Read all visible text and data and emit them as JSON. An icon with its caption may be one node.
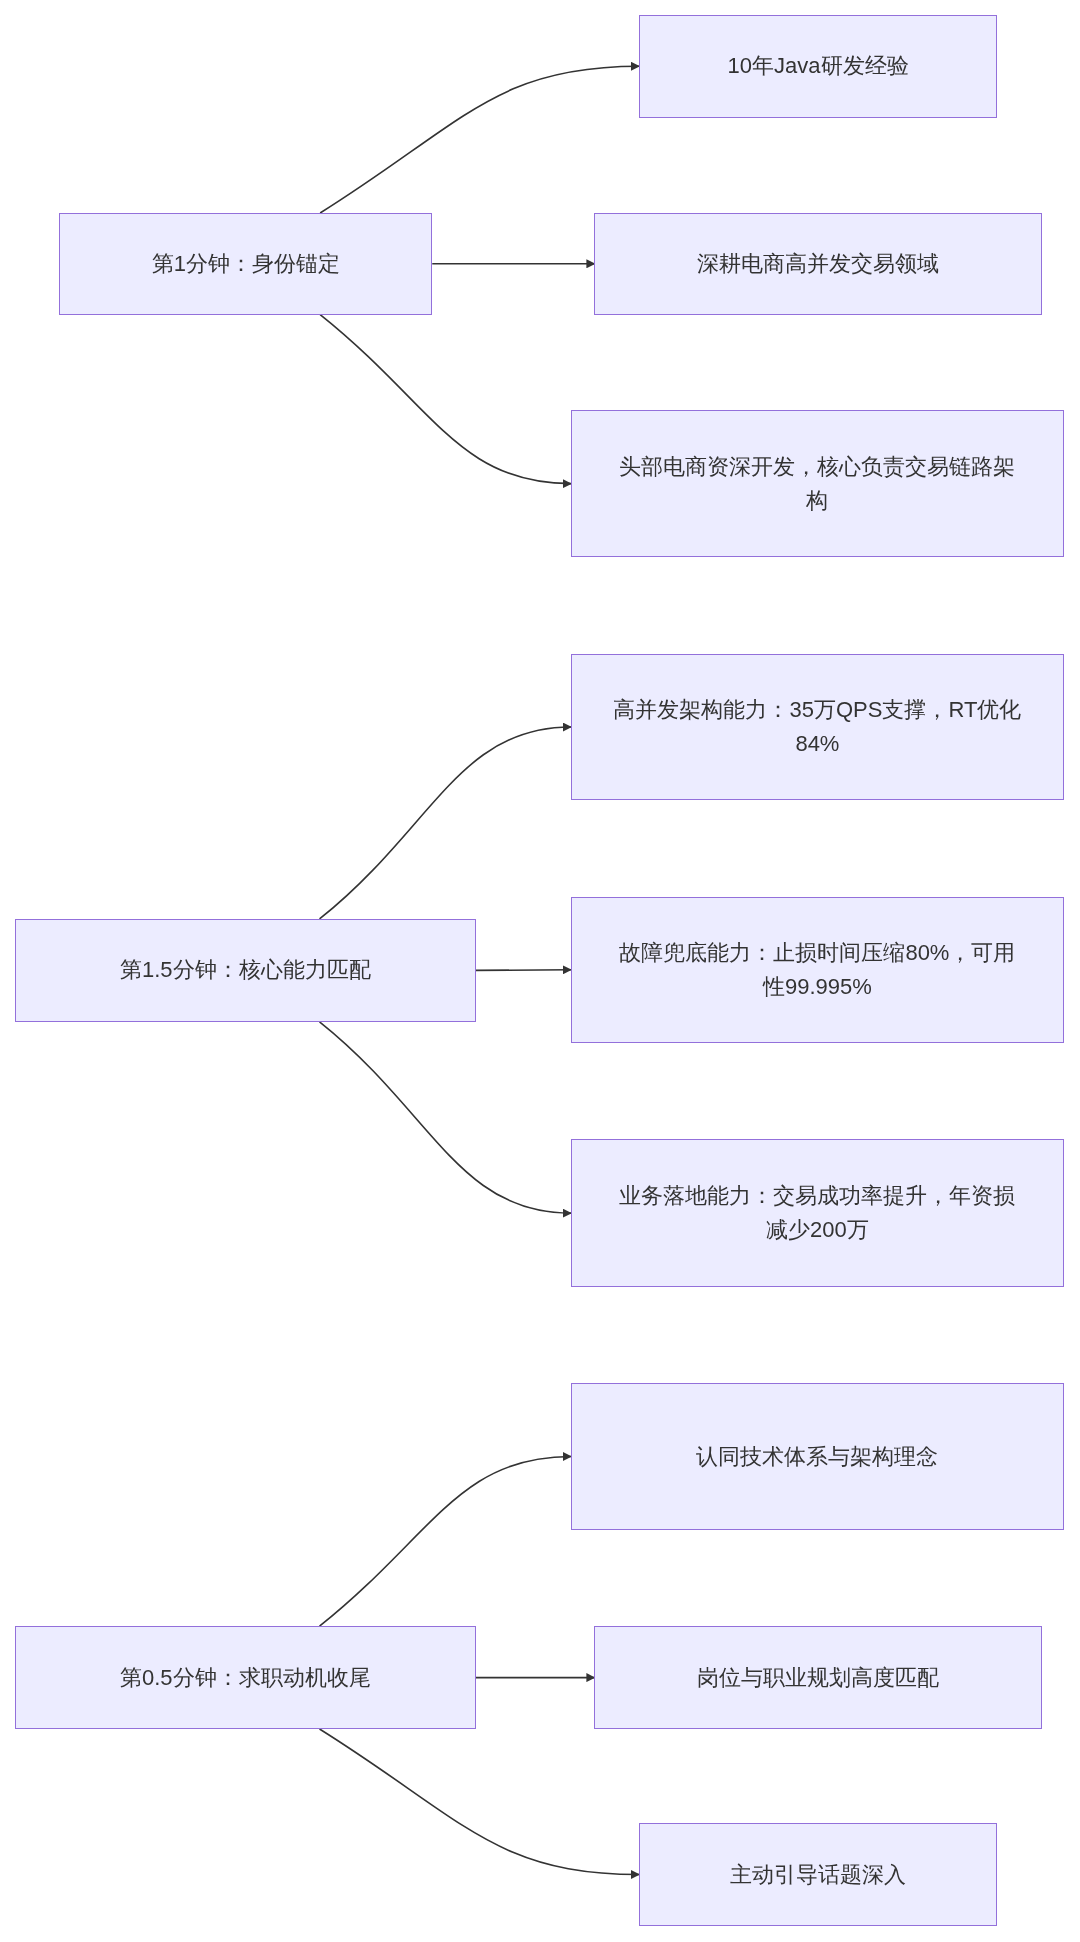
{
  "diagram": {
    "nodes": [
      {
        "text": [
          "第1分钟：身份锚定"
        ]
      },
      {
        "text": [
          "10年Java研发经验"
        ]
      },
      {
        "text": [
          "深耕电商高并发交易领域"
        ]
      },
      {
        "text": [
          "头部电商资深开发，核心负责交易链路架构"
        ]
      },
      {
        "text": [
          "第1.5分钟：核心能力匹配"
        ]
      },
      {
        "text": [
          "高并发架构能力：35万QPS支撑，RT优化84%"
        ]
      },
      {
        "text": [
          "故障兜底能力：止损时间压缩80%，可用性99.995%"
        ]
      },
      {
        "text": [
          "业务落地能力：交易成功率提升，年资损减少200万"
        ]
      },
      {
        "text": [
          "第0.5分钟：求职动机收尾"
        ]
      },
      {
        "text": [
          "认同技术体系与架构理念"
        ]
      },
      {
        "text": [
          "岗位与职业规划高度匹配"
        ]
      },
      {
        "text": [
          "主动引导话题深入"
        ]
      }
    ],
    "edges": [
      {
        "from": 0,
        "to": 1,
        "arrow": "to"
      },
      {
        "from": 0,
        "to": 2,
        "arrow": "to"
      },
      {
        "from": 0,
        "to": 3,
        "arrow": "to"
      },
      {
        "from": 4,
        "to": 5,
        "arrow": "to"
      },
      {
        "from": 4,
        "to": 6,
        "arrow": "to"
      },
      {
        "from": 4,
        "to": 7,
        "arrow": "to"
      },
      {
        "from": 8,
        "to": 9,
        "arrow": "to"
      },
      {
        "from": 8,
        "to": 10,
        "arrow": "to"
      },
      {
        "from": 8,
        "to": 11,
        "arrow": "to"
      }
    ]
  }
}
